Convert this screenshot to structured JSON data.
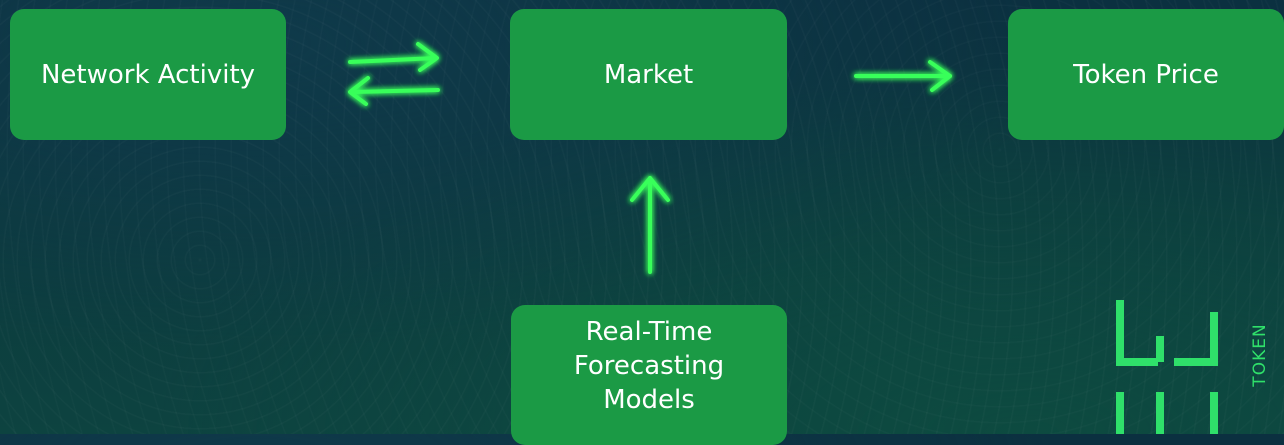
{
  "nodes": {
    "network_activity": "Network Activity",
    "market": "Market",
    "token_price": "Token Price",
    "forecasting": "Real-Time Forecasting Models"
  },
  "logo": {
    "text": "TOKEN"
  },
  "colors": {
    "node_fill": "#1b9a45",
    "arrow_glow": "#39ff5a",
    "logo_green": "#2fe06a",
    "background": "#0c3a3e"
  },
  "icons": [
    "bidirectional-arrow-icon",
    "right-arrow-icon",
    "up-arrow-icon"
  ]
}
